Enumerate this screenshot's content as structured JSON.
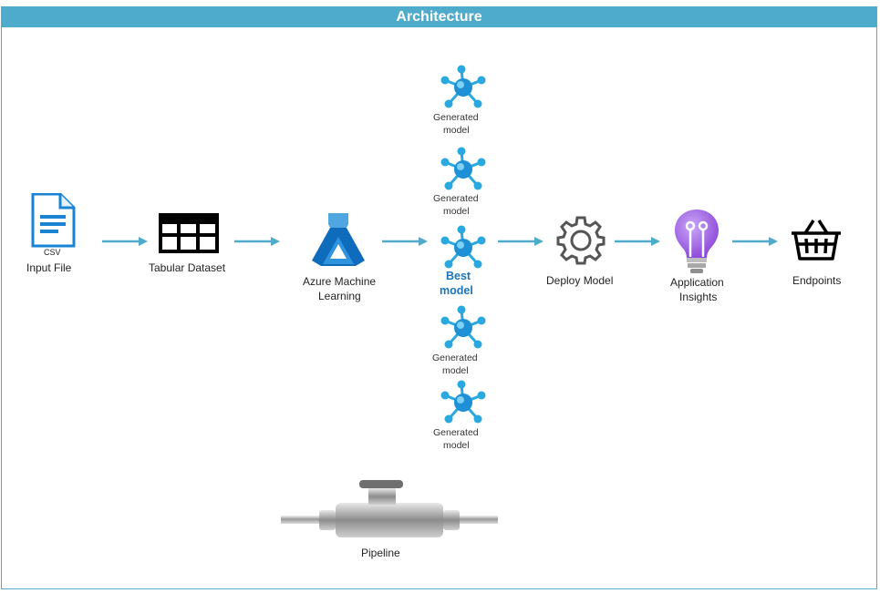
{
  "title": "Architecture",
  "nodes": {
    "input_file": {
      "badge": "CSV",
      "label": "Input File"
    },
    "tabular_dataset": {
      "label": "Tabular Dataset"
    },
    "azure_ml": {
      "line1": "Azure Machine",
      "line2": "Learning"
    },
    "generated_models": [
      {
        "line1": "Generated",
        "line2": "model"
      },
      {
        "line1": "Generated",
        "line2": "model"
      },
      {
        "line1": "Generated",
        "line2": "model"
      },
      {
        "line1": "Generated",
        "line2": "model"
      }
    ],
    "best_model": {
      "line1": "Best",
      "line2": "model"
    },
    "deploy_model": {
      "label": "Deploy Model"
    },
    "app_insights": {
      "line1": "Application",
      "line2": "Insights"
    },
    "endpoints": {
      "label": "Endpoints"
    },
    "pipeline": {
      "label": "Pipeline"
    }
  },
  "colors": {
    "header": "#4fabcb",
    "arrow": "#4fabcb",
    "model_icon": "#2aa8e0",
    "best_label": "#1b75bb",
    "insights": "#9b5de5"
  }
}
